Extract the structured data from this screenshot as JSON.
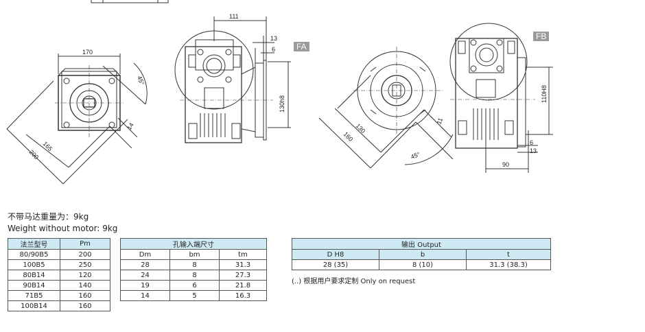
{
  "drawing": {
    "dims_left": [
      "170",
      "45°",
      "165",
      "200",
      "14"
    ],
    "dims_mid": [
      "111",
      "13",
      "6",
      "130h8"
    ],
    "tag_fa": "FA",
    "tag_fb": "FB",
    "dims_right": [
      "130",
      "160",
      "11",
      "45°",
      "110H8",
      "6",
      "13",
      "90"
    ]
  },
  "notes": {
    "weight_cn": "不带马达重量为：9kg",
    "weight_en": "Weight without motor: 9kg"
  },
  "table_flange": {
    "headers": [
      "法兰型号",
      "Pm"
    ],
    "rows": [
      [
        "80/90B5",
        "200"
      ],
      [
        "100B5",
        "250"
      ],
      [
        "80B14",
        "120"
      ],
      [
        "90B14",
        "140"
      ],
      [
        "71B5",
        "160"
      ],
      [
        "100B14",
        "160"
      ]
    ]
  },
  "table_input": {
    "title": "孔输入端尺寸",
    "headers": [
      "Dm",
      "bm",
      "tm"
    ],
    "rows": [
      [
        "28",
        "8",
        "31.3"
      ],
      [
        "24",
        "8",
        "27.3"
      ],
      [
        "19",
        "6",
        "21.8"
      ],
      [
        "14",
        "5",
        "16.3"
      ]
    ]
  },
  "table_output": {
    "title": "输出 Output",
    "headers": [
      "D H8",
      "b",
      "t"
    ],
    "rows": [
      [
        "28 (35)",
        "8 (10)",
        "31.3 (38.3)"
      ]
    ]
  },
  "footnote": "(..) 根据用户要求定制 Only on request"
}
